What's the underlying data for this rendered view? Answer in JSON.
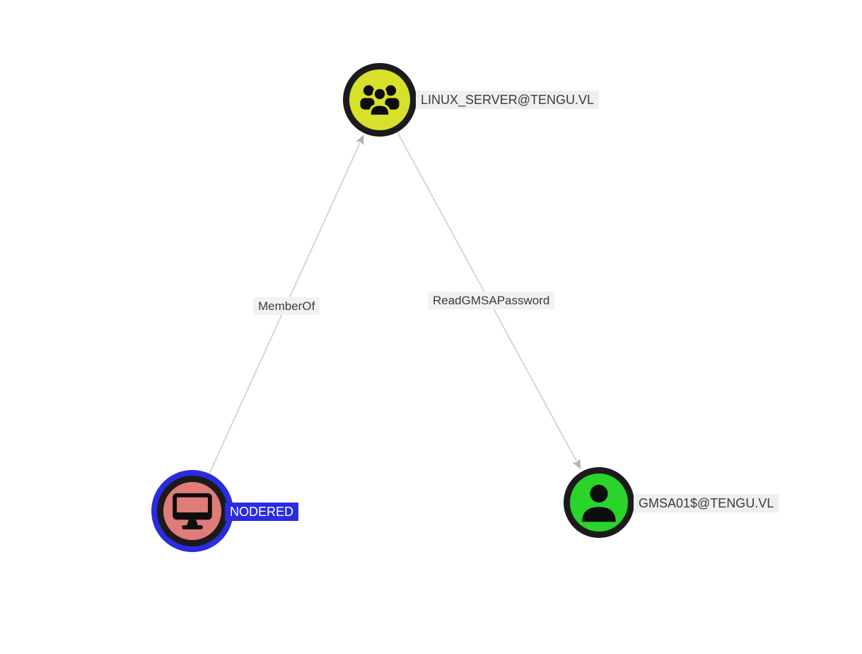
{
  "graph": {
    "background_color": "#ffffff",
    "nodes": [
      {
        "label": "LINUX_SERVER@TENGU.VL",
        "icon": "users-icon",
        "fill_color": "#d7e02b",
        "border_color": "#1b1b1b",
        "icon_color": "#0d0d0d",
        "label_bg": "#efefef",
        "label_color": "#3b3b3b",
        "selected": false
      },
      {
        "label": "NODERED",
        "icon": "desktop-icon",
        "fill_color": "#df7b78",
        "border_color": "#1b1b1b",
        "icon_color": "#0d0d0d",
        "selection_ring_color": "#2a2cdf",
        "label_bg": "#2a2cdf",
        "label_color": "#ffffff",
        "selected": true
      },
      {
        "label": "GMSA01$@TENGU.VL",
        "icon": "user-icon",
        "fill_color": "#2ad42a",
        "border_color": "#1b1b1b",
        "icon_color": "#0d0d0d",
        "label_bg": "#efefef",
        "label_color": "#3b3b3b",
        "selected": false
      }
    ],
    "edges": [
      {
        "label": "MemberOf",
        "from": "NODERED",
        "to": "LINUX_SERVER@TENGU.VL",
        "line_color": "#d6d6d6",
        "arrow_color": "#b2b2b2"
      },
      {
        "label": "ReadGMSAPassword",
        "from": "LINUX_SERVER@TENGU.VL",
        "to": "GMSA01$@TENGU.VL",
        "line_color": "#d6d6d6",
        "arrow_color": "#b2b2b2"
      }
    ]
  }
}
